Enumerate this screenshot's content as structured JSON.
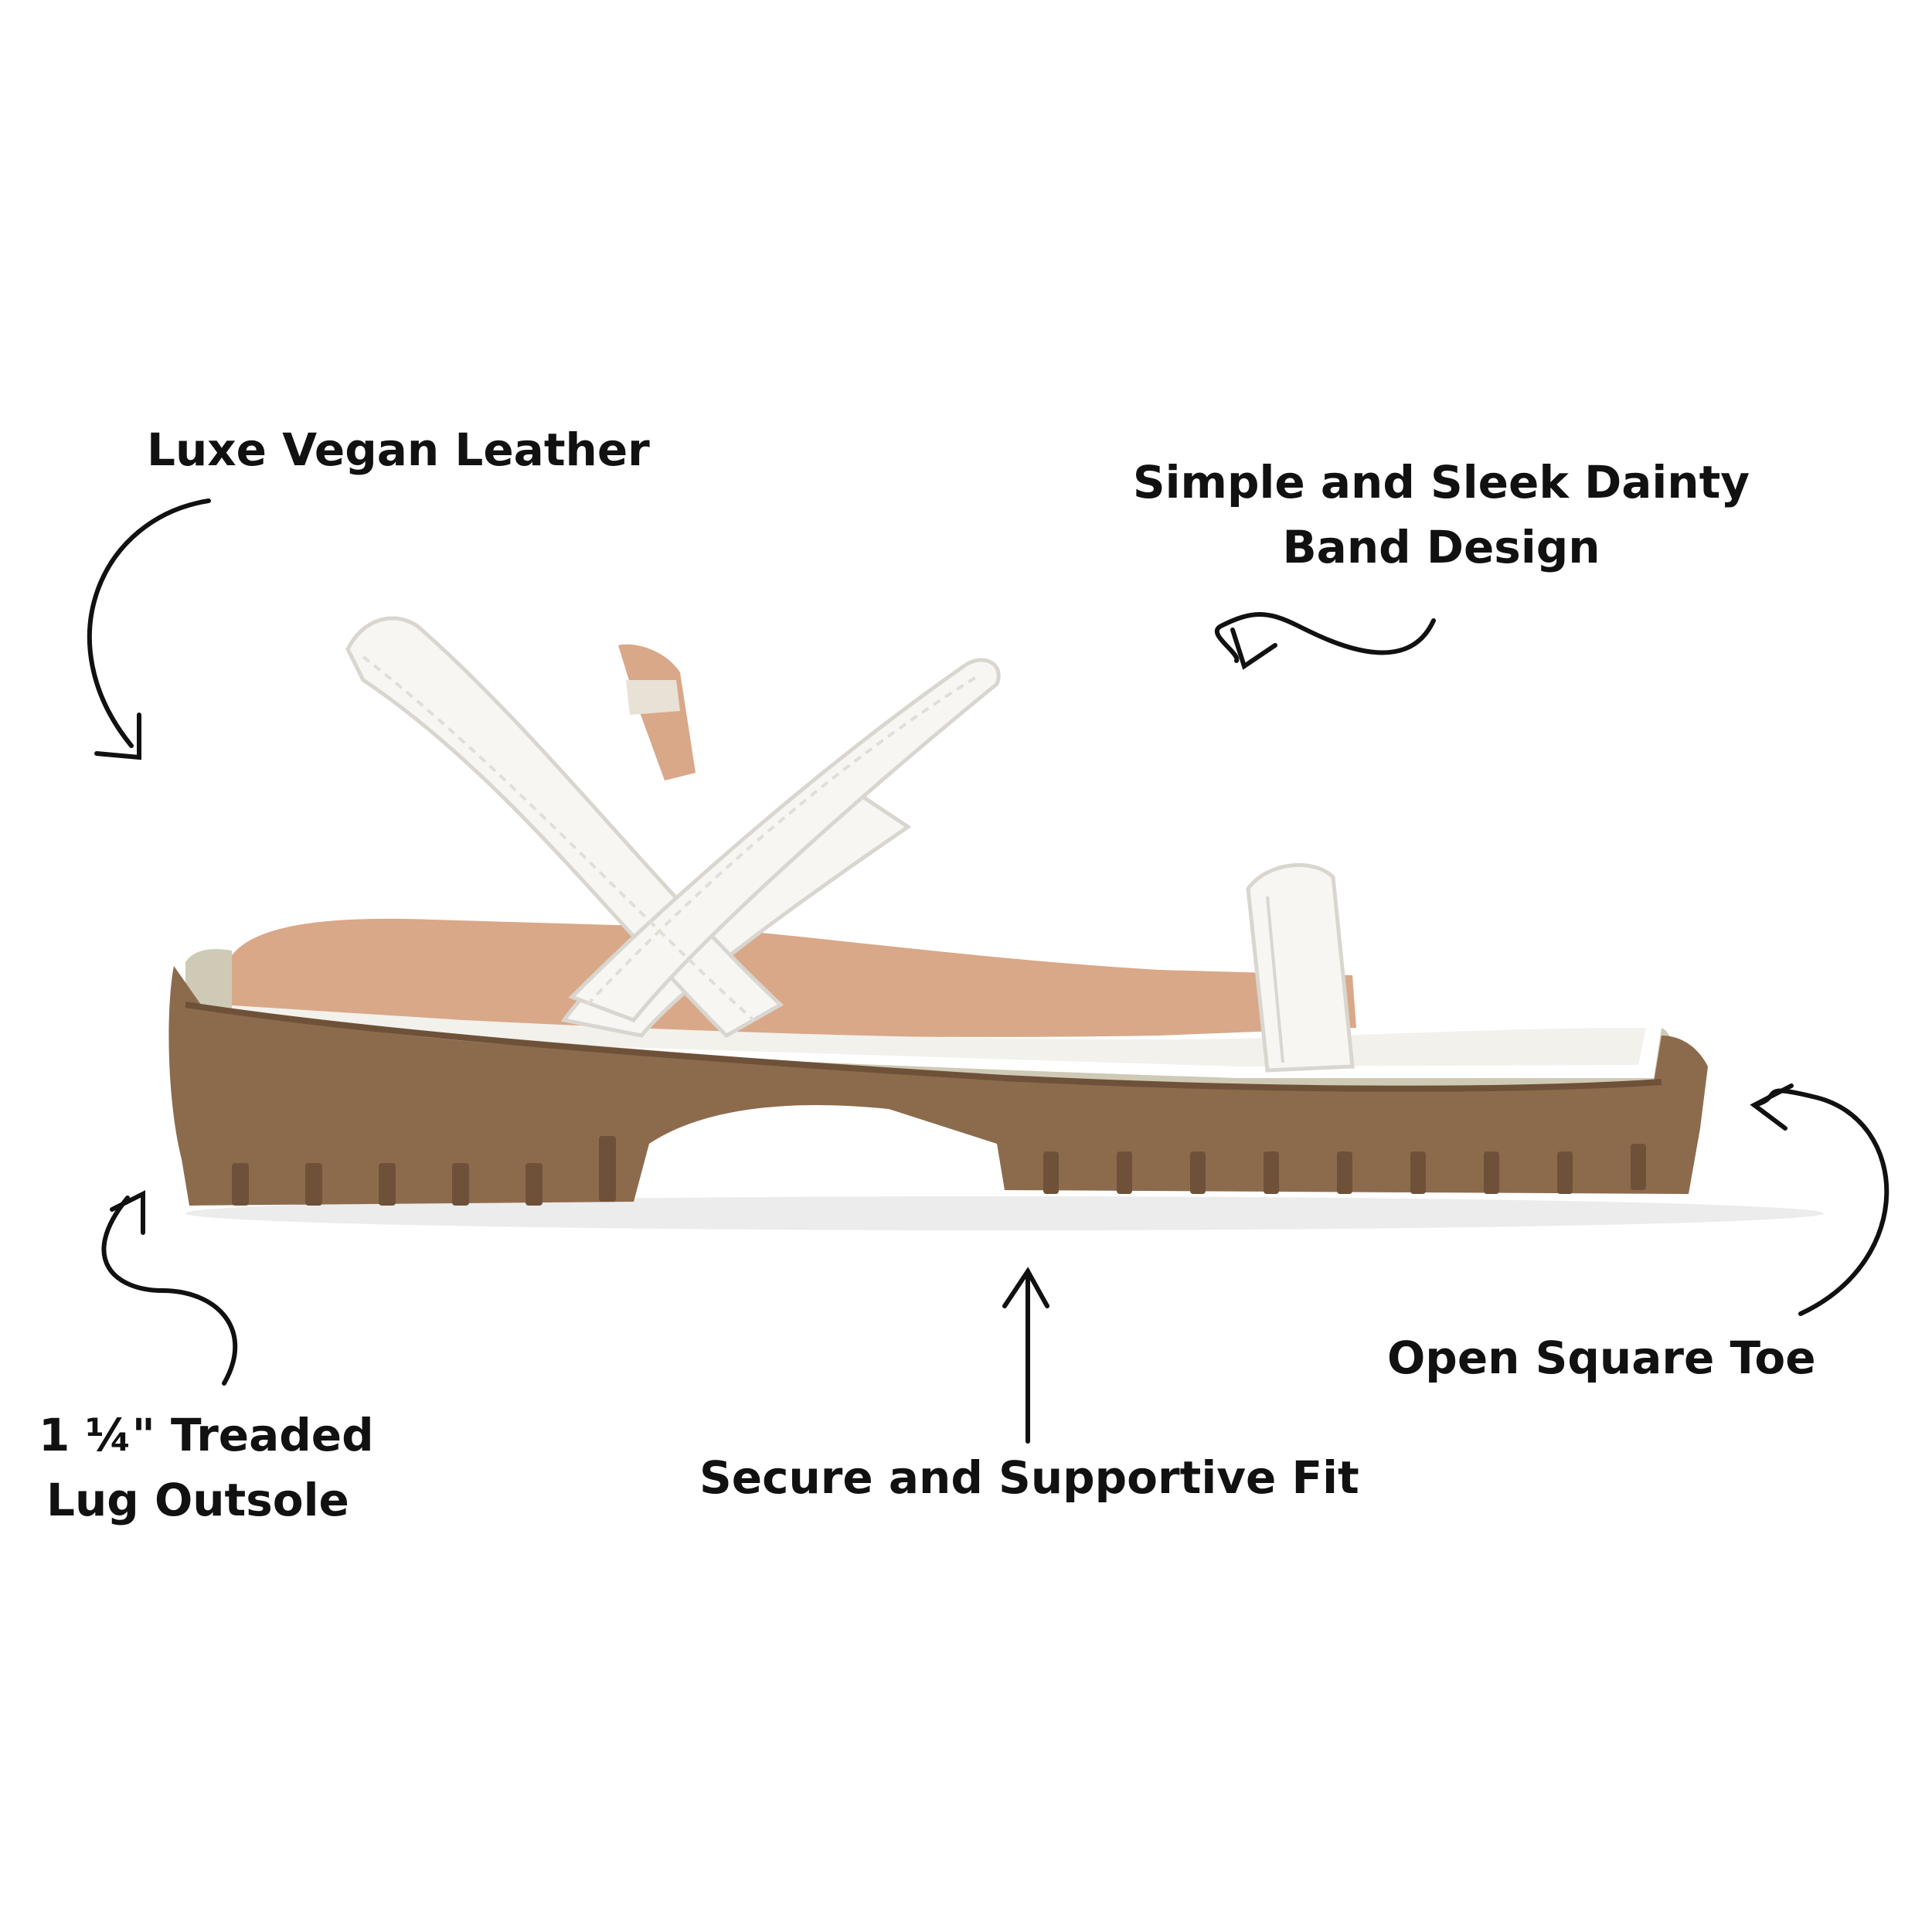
{
  "callouts": {
    "vegan_leather": {
      "line1": "Luxe Vegan Leather"
    },
    "band_design": {
      "line1": "Simple and Sleek Dainty",
      "line2": "Band Design"
    },
    "outsole": {
      "line1": "1 ¼\" Treaded",
      "line2": "Lug Outsole"
    },
    "fit": {
      "line1": "Secure and Supportive Fit"
    },
    "toe": {
      "line1": "Open Square Toe"
    }
  },
  "colors": {
    "text": "#111111",
    "strap": "#f7f6f3",
    "strap_shadow": "#d9d6d0",
    "insole": "#d9a888",
    "sole": "#8c6b4d",
    "sole_dark": "#6e5138",
    "sole_edge": "#cfcab6"
  }
}
